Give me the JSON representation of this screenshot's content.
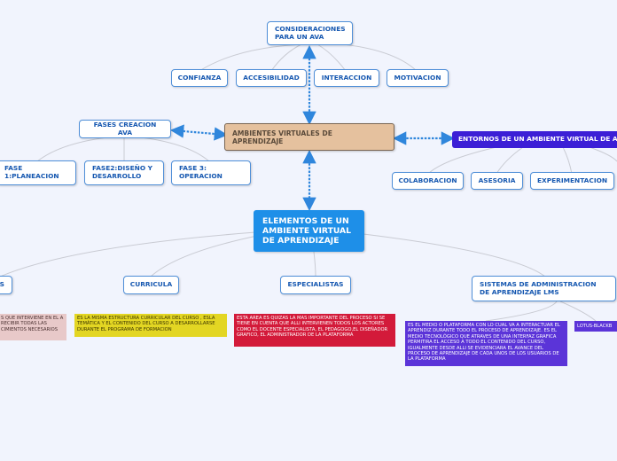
{
  "nodes": {
    "consideraciones": "CONSIDERACIONES PARA UN AVA",
    "confianza": "CONFIANZA",
    "accesibilidad": "ACCESIBILIDAD",
    "interaccion": "INTERACCION",
    "motivacion": "MOTIVACION",
    "fases_creacion": "FASES CREACION AVA",
    "ambientes_virtuales": "AMBIENTES VIRTUALES DE APRENDIZAJE",
    "entornos": "ENTORNOS DE UN AMBIENTE VIRTUAL DE AP",
    "fase1": "FASE 1:PLANEACION",
    "fase2": "FASE2:DISEÑO Y DESARROLLO",
    "fase3": "FASE 3: OPERACION",
    "colaboracion": "COLABORACION",
    "asesoria": "ASESORIA",
    "experimentacion": "EXPERIMENTACION",
    "elementos": "ELEMENTOS DE UN AMBIENTE VIRTUAL DE APRENDIZAJE",
    "left_partial": "S",
    "curricula": "CURRICULA",
    "especialistas": "ESPECIALISTAS",
    "sistemas_lms": "SISTEMAS DE ADMINISTRACION DE APRENDIZAJE LMS",
    "lotus": "LOTUS-BLACKB"
  },
  "notes": {
    "pink": "S QUE INTERVIENE EN EL A RECIBIR TODAS LAS CIMIENTOS NECESARIOS",
    "yellow": "ES LA MISMA ESTRUCTURA CURRICULAR DEL CURSO , ESLA TEMÁTICA Y EL CONTENIDO DEL CURSO A DESARROLLARSE DURANTE EL PROGRAMA DE FORMACION",
    "red": "ESTA AREA ES QUIZAS LA MAS IMPORTANTE DEL PROCESO SI SE TIENE EN CUENTA QUE ALLI INTERVIENEN TODOS LOS ACTORES COMO EL DOCENTE ESPECIALISTA, EL PEDAGOGO,EL DISEÑADOR GRAFICO, EL ADMINISTRADOR DE LA PLATAFORMA",
    "purple": "ES EL MEDIO O PLATAFORMA CON LO CUAL VA A INTERACTUAR EL APRENDIZ DURANTE TODO EL PROCESO DE APRENDIZAJE. ES EL MEDIO TECNOLÓGICO QUE ATRAVES DE UNA INTERFAZ GRAFICA  PERMITIRA EL ACCESO A TODO EL CONTENIDO DEL CURSO, IGUALMENTE DESDE ALLI SE EVIDENCIARA EL AVANCE DEL PROCESO DE APRENDIZAJE DE CADA UNOS DE LOS USUARIOS DE LA PLATAFORMA"
  },
  "colors": {
    "background": "#f1f4fd",
    "node_border": "#4f8fd8",
    "node_text": "#1557b0",
    "root_fill": "#e5c19e",
    "main_fill": "#1e8fe8",
    "entornos_fill": "#3c1fd6",
    "arrow": "#2f86dc",
    "connector": "#c9cbd3"
  }
}
